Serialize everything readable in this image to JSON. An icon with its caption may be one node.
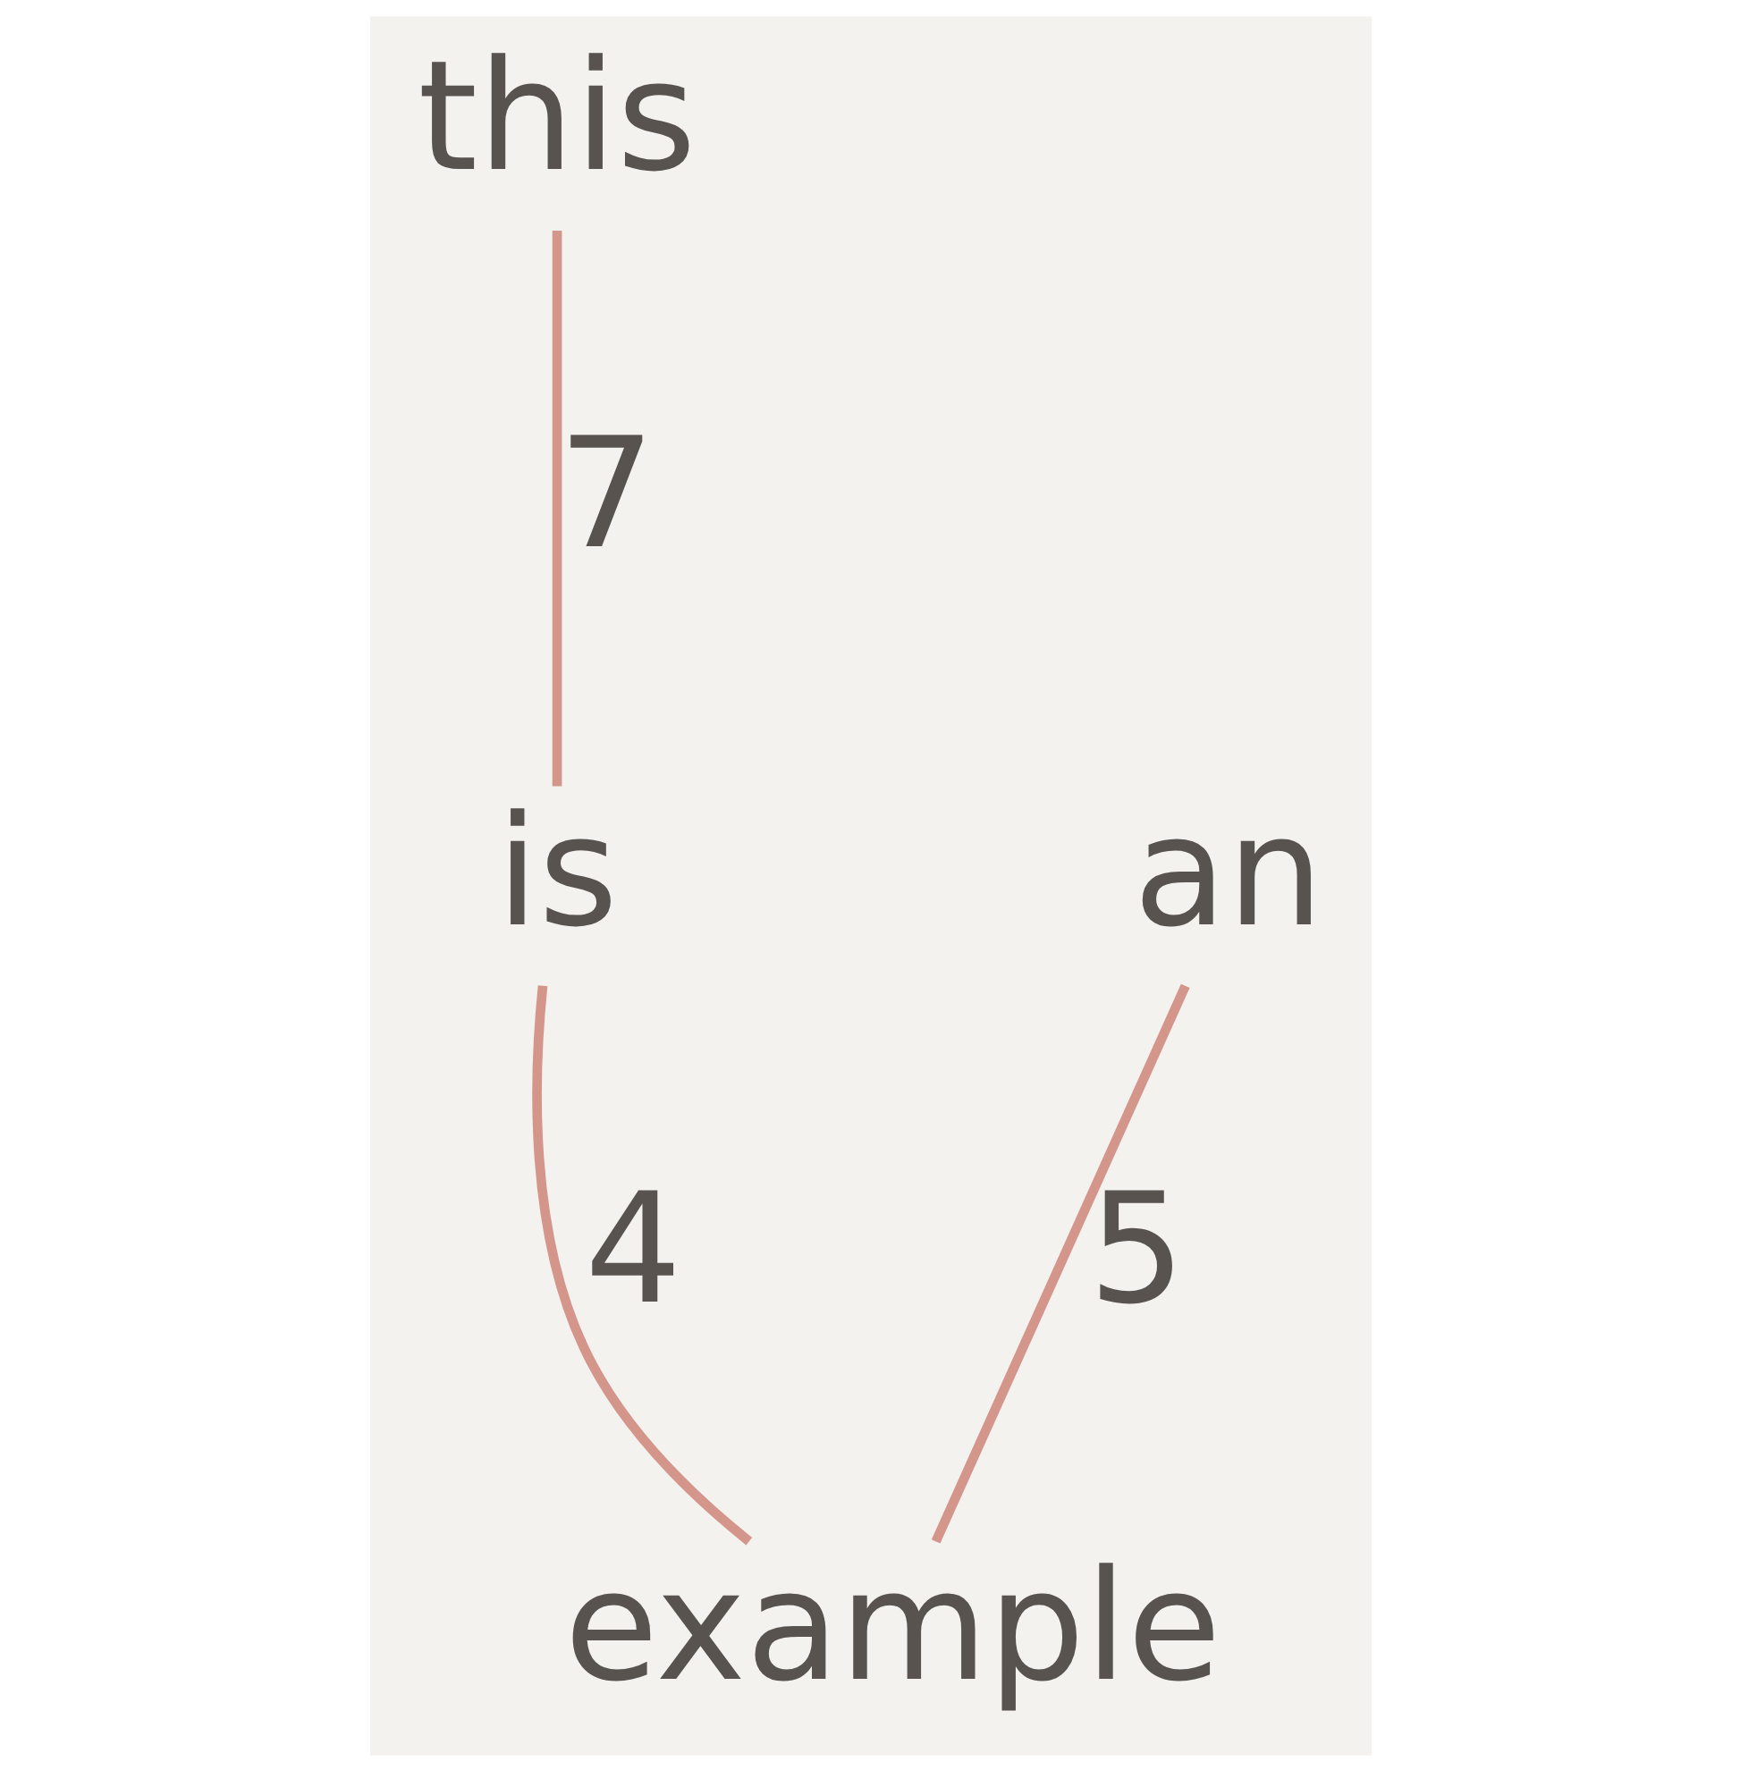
{
  "diagram": {
    "nodes": [
      {
        "text": [
          "this"
        ]
      },
      {
        "text": [
          "is"
        ]
      },
      {
        "text": [
          "an"
        ]
      },
      {
        "text": [
          "example"
        ]
      }
    ],
    "edges": [
      {
        "from": 0,
        "to": 1,
        "arrow": "none",
        "label": "7"
      },
      {
        "from": 1,
        "to": 3,
        "arrow": "none",
        "label": "4"
      },
      {
        "from": 2,
        "to": 3,
        "arrow": "none",
        "label": "5"
      }
    ]
  }
}
